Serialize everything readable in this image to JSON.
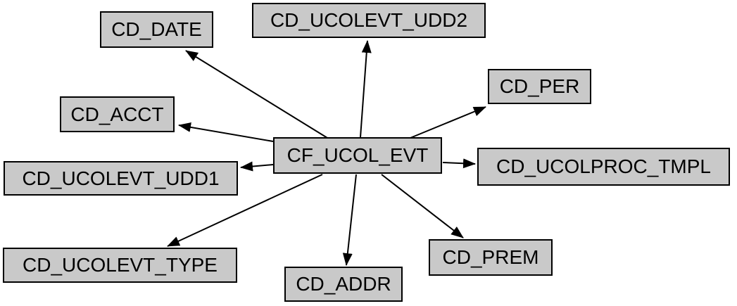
{
  "diagram": {
    "type": "dependency-graph",
    "background_color": "#ffffff",
    "node_fill_color": "#c9c9c9",
    "node_border_color": "#000000",
    "node_text_color": "#000000",
    "edge_color": "#000000",
    "center_node": "CF_UCOL_EVT",
    "nodes": {
      "cf_ucol_evt": {
        "label": "CF_UCOL_EVT"
      },
      "cd_date": {
        "label": "CD_DATE"
      },
      "cd_ucolevt_udd2": {
        "label": "CD_UCOLEVT_UDD2"
      },
      "cd_per": {
        "label": "CD_PER"
      },
      "cd_acct": {
        "label": "CD_ACCT"
      },
      "cd_ucolproc_tmpl": {
        "label": "CD_UCOLPROC_TMPL"
      },
      "cd_ucolevt_udd1": {
        "label": "CD_UCOLEVT_UDD1"
      },
      "cd_ucolevt_type": {
        "label": "CD_UCOLEVT_TYPE"
      },
      "cd_addr": {
        "label": "CD_ADDR"
      },
      "cd_prem": {
        "label": "CD_PREM"
      }
    },
    "edges": [
      {
        "from": "CF_UCOL_EVT",
        "to": "CD_DATE"
      },
      {
        "from": "CF_UCOL_EVT",
        "to": "CD_UCOLEVT_UDD2"
      },
      {
        "from": "CF_UCOL_EVT",
        "to": "CD_PER"
      },
      {
        "from": "CF_UCOL_EVT",
        "to": "CD_ACCT"
      },
      {
        "from": "CF_UCOL_EVT",
        "to": "CD_UCOLPROC_TMPL"
      },
      {
        "from": "CF_UCOL_EVT",
        "to": "CD_UCOLEVT_UDD1"
      },
      {
        "from": "CF_UCOL_EVT",
        "to": "CD_UCOLEVT_TYPE"
      },
      {
        "from": "CF_UCOL_EVT",
        "to": "CD_ADDR"
      },
      {
        "from": "CF_UCOL_EVT",
        "to": "CD_PREM"
      }
    ]
  }
}
